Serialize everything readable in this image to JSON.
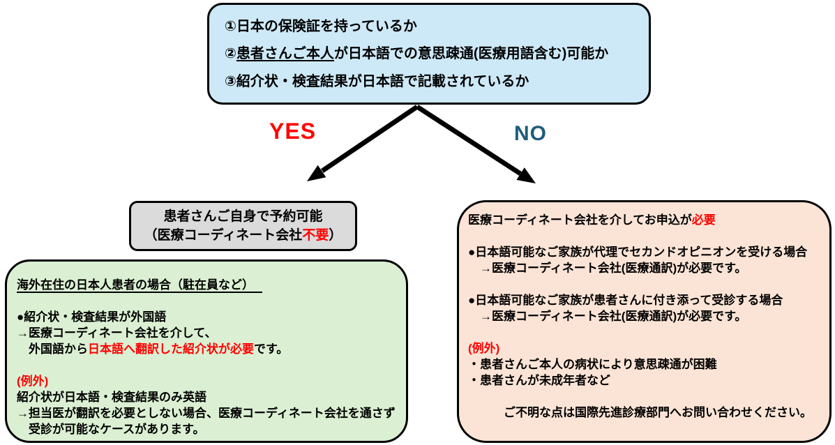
{
  "colors": {
    "accent_red": "#FF0000",
    "no_label_blue": "#1F5C7A",
    "criteria_box_fill": "#CDE9F7",
    "green_box_fill": "#DBF0D3",
    "peach_box_fill": "#FBE4D6",
    "gray_box_fill": "#DBDBDB",
    "border": "#000000"
  },
  "criteria_box": {
    "lines": [
      [
        {
          "t": "①日本の保険証を持っているか"
        }
      ],
      [
        {
          "t": "②"
        },
        {
          "t": "患者さんご本人",
          "s": "u"
        },
        {
          "t": "が日本語での意思疎通(医療用語含む)可能か"
        }
      ],
      [
        {
          "t": "③紹介状・検査結果が日本語で記載されているか"
        }
      ]
    ]
  },
  "branches": {
    "yes": "YES",
    "no": "NO"
  },
  "self_booking_box": {
    "lines": [
      [
        {
          "t": "患者さんご自身で予約可能"
        }
      ],
      [
        {
          "t": "（医療コーディネート会社"
        },
        {
          "t": "不要",
          "s": "r"
        },
        {
          "t": "）"
        }
      ]
    ]
  },
  "overseas_japanese_box": {
    "lines": [
      [
        {
          "t": "海外在住の日本人患者の場合（駐在員など）",
          "s": "tu"
        }
      ],
      [],
      [
        {
          "t": "●紹介状・検査結果が外国語"
        }
      ],
      [
        {
          "t": "→医療コーディネート会社を介して、"
        }
      ],
      [
        {
          "t": "　外国語から"
        },
        {
          "t": "日本語へ翻訳した紹介状が必要",
          "s": "r"
        },
        {
          "t": "です。"
        }
      ],
      [],
      [
        {
          "t": "(例外)",
          "s": "r"
        }
      ],
      [
        {
          "t": "紹介状が日本語・検査結果のみ英語"
        }
      ],
      [
        {
          "t": "→担当医が翻訳を必要としない場合、医療コーディネート会社を通さず"
        }
      ],
      [
        {
          "t": "　受診が可能なケースがあります。"
        }
      ]
    ]
  },
  "coordinator_required_box": {
    "lines": [
      [
        {
          "t": "医療コーディネート会社を介してお申込が"
        },
        {
          "t": "必要",
          "s": "r"
        }
      ],
      [],
      [
        {
          "t": "●日本語可能なご家族が代理でセカンドオピニオンを受ける場合"
        }
      ],
      [
        {
          "t": "　→医療コーディネート会社(医療通訳)が必要です。"
        }
      ],
      [],
      [
        {
          "t": "●日本語可能なご家族が患者さんに付き添って受診する場合"
        }
      ],
      [
        {
          "t": "　→医療コーディネート会社(医療通訳)が必要です。"
        }
      ],
      [],
      [
        {
          "t": "(例外)",
          "s": "r"
        }
      ],
      [
        {
          "t": "・患者さんご本人の病状により意思疎通が困難"
        }
      ],
      [
        {
          "t": "・患者さんが未成年者など"
        }
      ],
      [],
      [
        {
          "t": "　　　ご不明な点は国際先進診療部門へお問い合わせください。"
        }
      ]
    ]
  }
}
